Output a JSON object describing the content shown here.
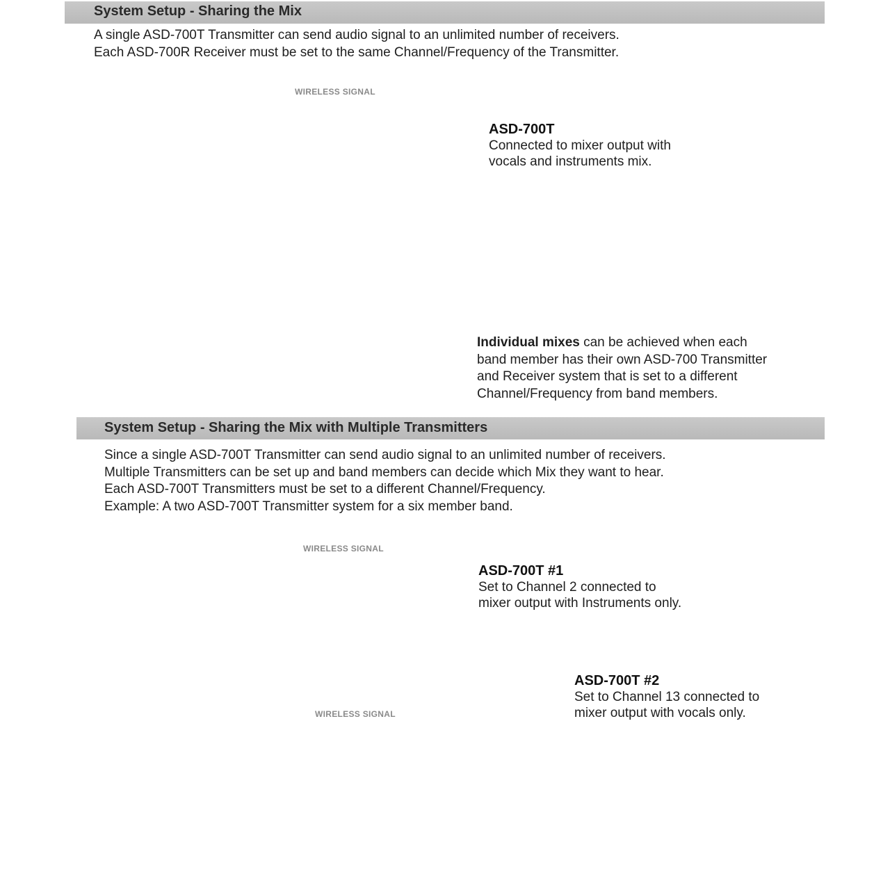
{
  "section1": {
    "title": "System Setup - Sharing the Mix",
    "intro": [
      "A single ASD-700T Transmitter can send audio signal to an unlimited number of receivers.",
      "Each ASD-700R Receiver must be set to the same Channel/Frequency of the Transmitter."
    ],
    "signal_label": "WIRELESS SIGNAL",
    "transmitter": {
      "title": "ASD-700T",
      "lines": [
        "Connected to mixer output with",
        "vocals and instruments mix."
      ]
    },
    "note": {
      "bold": "Individual mixes",
      "first_line_rest": " can be achieved when each",
      "lines": [
        "band member has their own ASD-700 Transmitter",
        "and Receiver system that is set to a different",
        "Channel/Frequency from band members."
      ]
    }
  },
  "section2": {
    "title": "System Setup - Sharing the Mix with Multiple Transmitters",
    "intro": [
      "Since a single ASD-700T Transmitter can send audio signal to an unlimited number of receivers.",
      "Multiple Transmitters can be set up and band members can decide which Mix they want to hear.",
      "Each ASD-700T Transmitters must be set to a different Channel/Frequency.",
      "Example:  A two ASD-700T Transmitter system for a six member band."
    ],
    "signal_label_top": "WIRELESS SIGNAL",
    "signal_label_mid": "WIRELESS SIGNAL",
    "transmitter1": {
      "title": "ASD-700T #1",
      "lines": [
        "Set to Channel 2 connected to",
        "mixer output with Instruments only."
      ]
    },
    "transmitter2": {
      "title": "ASD-700T #2",
      "lines": [
        "Set to Channel 13 connected to",
        "mixer output with vocals only."
      ]
    }
  },
  "colors": {
    "band_bg": "#c4c4c4",
    "dashed_line": "#7a7a7a",
    "red_shirt": "#e8281e",
    "blue_shirt": "#2f6fc0",
    "dark_shirt": "#2d3137",
    "jeans": "#27355a",
    "skin_dark": "#5a3520",
    "skin_light": "#e2a57f",
    "drum_shell": "#2e3a4e",
    "cymbal": "#d9b85a",
    "guitar_body": "#d9781f",
    "mixer_body": "#f3f3f3",
    "transmitter_body": "#3b3f44",
    "transmitter_screen": "#1a7fc8"
  },
  "icons": [
    "drum-kit-icon",
    "guitarist-icon",
    "singer-icon",
    "keyboardist-icon",
    "saxophonist-icon",
    "mixer-icon",
    "transmitter-icon",
    "wireless-waves-icon",
    "mic-stand-icon"
  ]
}
